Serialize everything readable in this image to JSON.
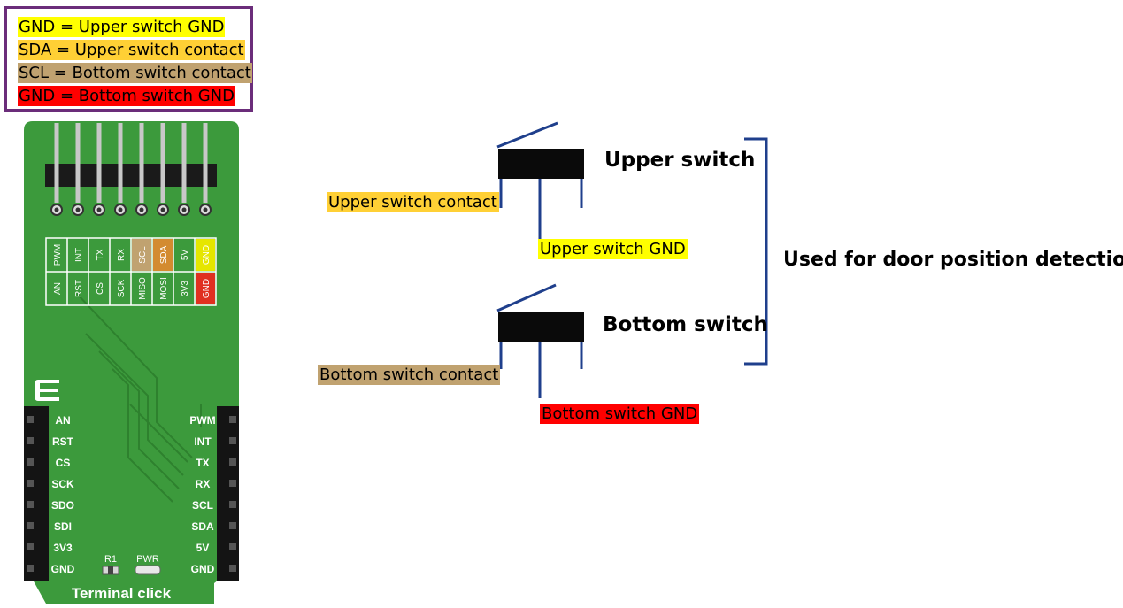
{
  "legend": {
    "items": [
      {
        "text": "GND = Upper switch GND",
        "color": "#ffff00"
      },
      {
        "text": "SDA = Upper switch contact",
        "color": "#ffd035"
      },
      {
        "text": "SCL = Bottom switch contact",
        "color": "#c0a270"
      },
      {
        "text": "GND = Bottom switch GND",
        "color": "#ff0000"
      }
    ]
  },
  "board": {
    "name": "Terminal click",
    "top_row_labels": [
      "PWM",
      "INT",
      "TX",
      "RX",
      "SCL",
      "SDA",
      "5V",
      "GND"
    ],
    "bottom_row_labels": [
      "AN",
      "RST",
      "CS",
      "SCK",
      "MISO",
      "MOSI",
      "3V3",
      "GND"
    ],
    "left_header_labels": [
      "AN",
      "RST",
      "CS",
      "SCK",
      "SDO",
      "SDI",
      "3V3",
      "GND"
    ],
    "right_header_labels": [
      "PWM",
      "INT",
      "TX",
      "RX",
      "SCL",
      "SDA",
      "5V",
      "GND"
    ],
    "led_labels": [
      "R1",
      "PWR"
    ],
    "pcb_color": "#3c9a3c"
  },
  "diagram": {
    "upper_switch": "Upper switch",
    "bottom_switch": "Bottom switch",
    "group_label": "Used for door position detection",
    "upper_contact": "Upper switch contact",
    "upper_gnd": "Upper switch GND",
    "bottom_contact": "Bottom switch contact",
    "bottom_gnd": "Bottom switch GND",
    "wire_color": "#1f3f8c"
  }
}
